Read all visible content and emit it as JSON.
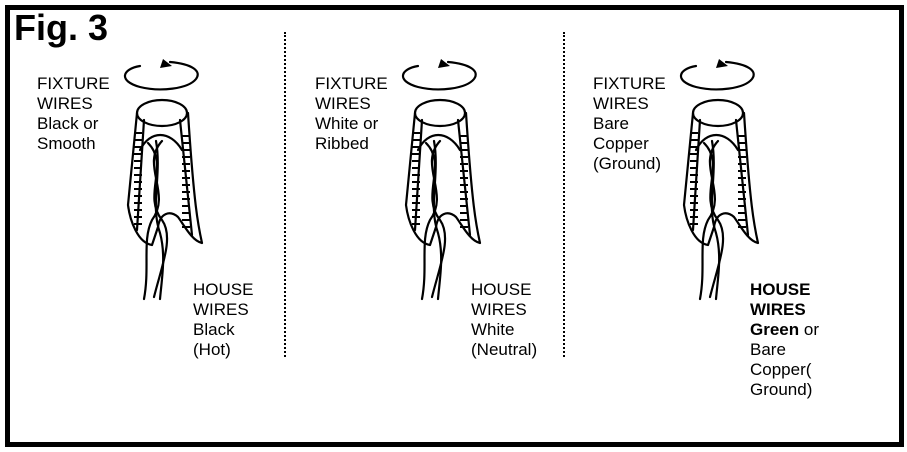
{
  "figure": {
    "title": "Fig. 3"
  },
  "panels": [
    {
      "fixture": [
        "FIXTURE",
        "WIRES",
        "Black or",
        "Smooth"
      ],
      "house": [
        "HOUSE",
        "WIRES",
        "Black",
        "(Hot)"
      ]
    },
    {
      "fixture": [
        "FIXTURE",
        "WIRES",
        "White or",
        "Ribbed"
      ],
      "house": [
        "HOUSE",
        "WIRES",
        "White",
        "(Neutral)"
      ]
    },
    {
      "fixture": [
        "FIXTURE",
        "WIRES",
        "Bare",
        "Copper",
        "(Ground)"
      ],
      "house_bold": [
        "HOUSE",
        "WIRES"
      ],
      "house_green": "Green",
      "house_or": " or",
      "house_rest": [
        "Bare",
        "Copper(",
        "Ground)"
      ]
    }
  ],
  "icons": [
    "twist-arrow-icon",
    "wire-nut-icon",
    "twisted-wires-icon"
  ]
}
